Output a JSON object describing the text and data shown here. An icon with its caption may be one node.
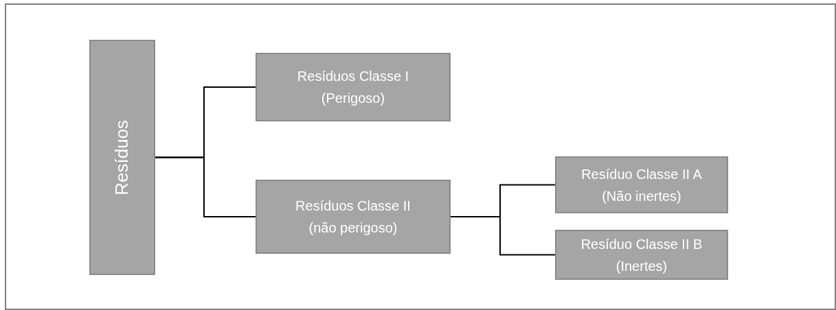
{
  "diagram": {
    "nodes": [
      {
        "text": [
          "Resíduos"
        ]
      },
      {
        "text": [
          "Resíduos Classe I (Perigoso)"
        ]
      },
      {
        "text": [
          "Resíduos Classe II (não perigoso)"
        ]
      },
      {
        "text": [
          "Resíduo Classe II A (Não inertes)"
        ]
      },
      {
        "text": [
          "Resíduo Classe II B (Inertes)"
        ]
      }
    ],
    "edges": [
      {
        "from": 0,
        "to": 1,
        "arrow": "none"
      },
      {
        "from": 0,
        "to": 2,
        "arrow": "none"
      },
      {
        "from": 2,
        "to": 3,
        "arrow": "none"
      },
      {
        "from": 2,
        "to": 4,
        "arrow": "none"
      }
    ]
  }
}
